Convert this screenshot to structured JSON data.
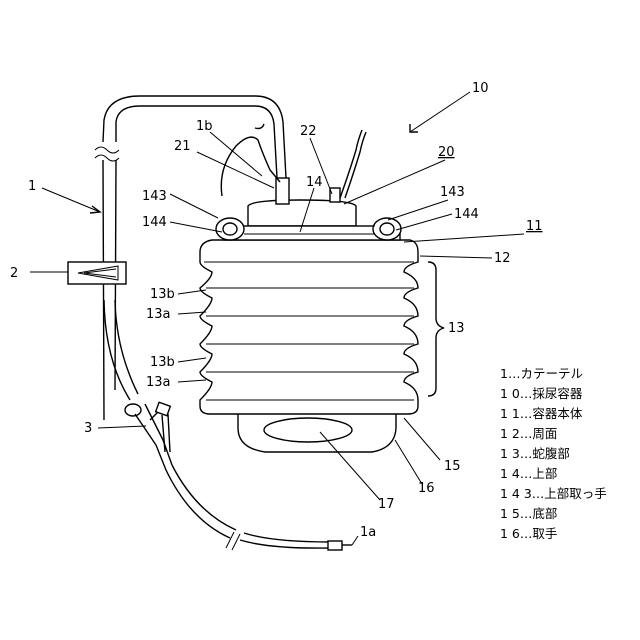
{
  "labels": {
    "catheter": "1",
    "tip": "1a",
    "branch": "1b",
    "clamp": "2",
    "connector": "3",
    "container": "10",
    "body": "11",
    "peripheral": "12",
    "bellows": "13",
    "bellows_a1": "13a",
    "bellows_a2": "13a",
    "bellows_b1": "13b",
    "bellows_b2": "13b",
    "upper": "14",
    "upper_handle_l": "143",
    "upper_handle_r": "143",
    "hole_l": "144",
    "hole_r": "144",
    "bottom": "15",
    "bottom_handle": "16",
    "grip_hole": "17",
    "cap": "20",
    "port21": "21",
    "port22": "22"
  },
  "legend": [
    "1…カテーテル",
    "1 0…採尿容器",
    "1 1…容器本体",
    "1 2…周面",
    "1 3…蛇腹部",
    "1 4…上部",
    "1 4 3…上部取っ手",
    "1 5…底部",
    "1 6…取手"
  ]
}
